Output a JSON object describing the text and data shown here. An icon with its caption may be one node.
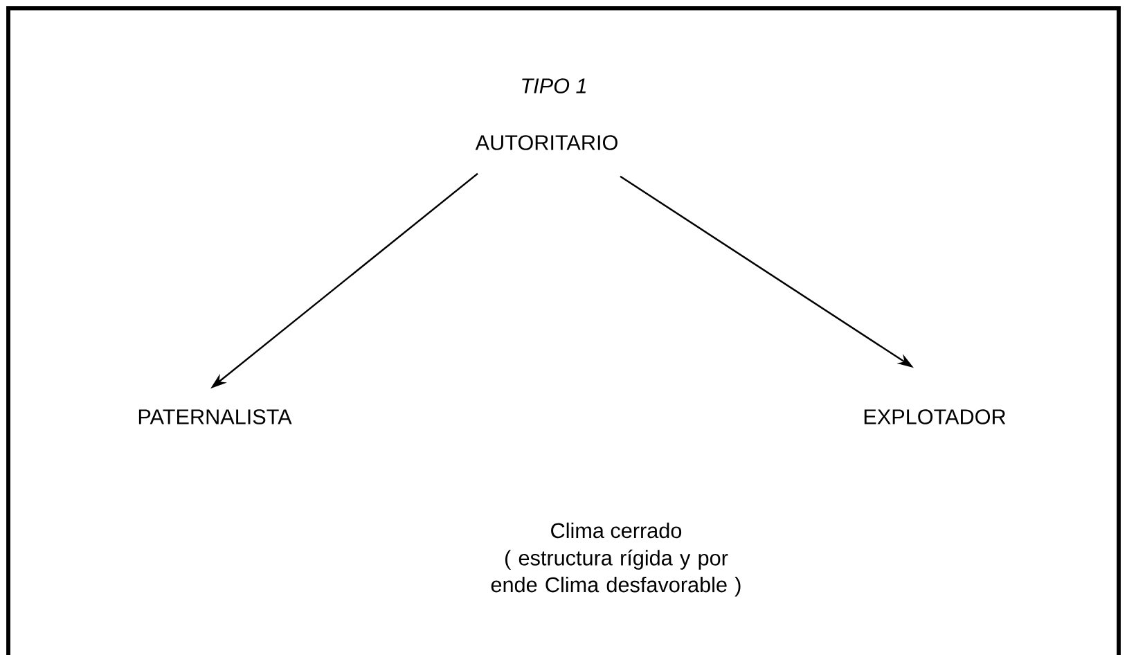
{
  "diagram": {
    "title": "TIPO 1",
    "nodes": [
      {
        "text": [
          "AUTORITARIO"
        ]
      },
      {
        "text": [
          "PATERNALISTA"
        ]
      },
      {
        "text": [
          "EXPLOTADOR"
        ]
      }
    ],
    "edges": [
      {
        "from": 0,
        "to": 1,
        "arrow": "to"
      },
      {
        "from": 0,
        "to": 2,
        "arrow": "to"
      }
    ],
    "labels": [
      "Clima cerrado",
      "( estructura rígida y por ende Clima desfavorable )"
    ]
  }
}
